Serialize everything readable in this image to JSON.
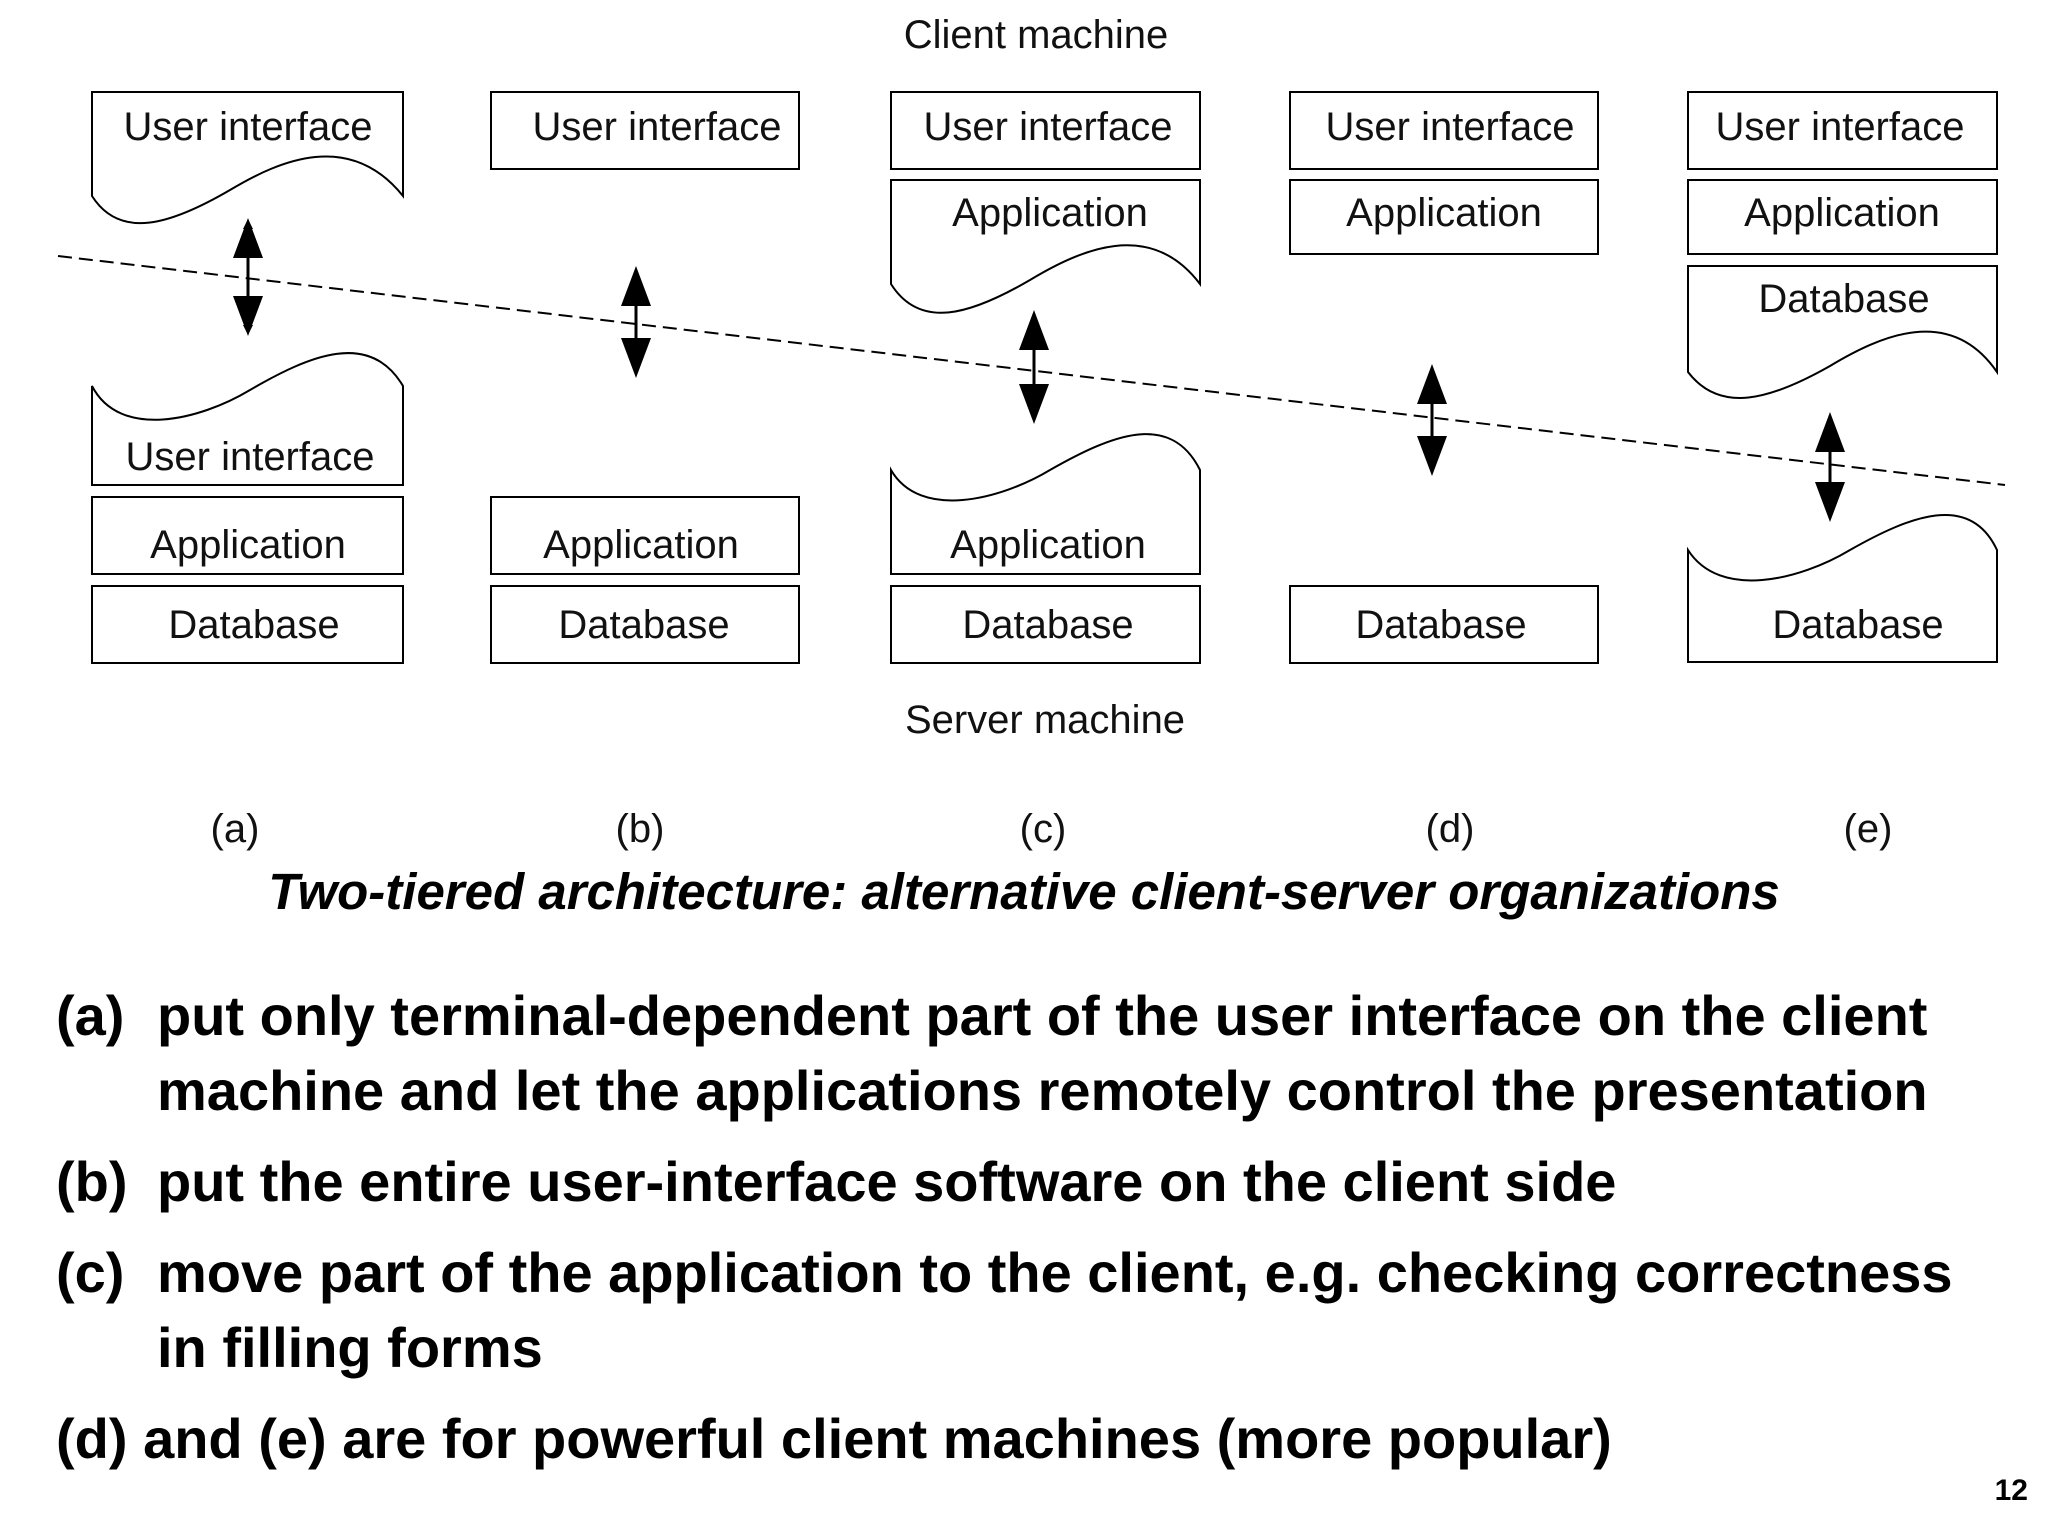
{
  "diagram": {
    "top_label": "Client machine",
    "bottom_label": "Server machine",
    "columns": [
      {
        "id": "a",
        "label": "(a)",
        "client": [
          "User interface"
        ],
        "server": [
          "User interface",
          "Application",
          "Database"
        ]
      },
      {
        "id": "b",
        "label": "(b)",
        "client": [
          "User interface"
        ],
        "server": [
          "Application",
          "Database"
        ]
      },
      {
        "id": "c",
        "label": "(c)",
        "client": [
          "User interface",
          "Application"
        ],
        "server": [
          "Application",
          "Database"
        ]
      },
      {
        "id": "d",
        "label": "(d)",
        "client": [
          "User interface",
          "Application"
        ],
        "server": [
          "Database"
        ]
      },
      {
        "id": "e",
        "label": "(e)",
        "client": [
          "User interface",
          "Application",
          "Database"
        ],
        "server": [
          "Database"
        ]
      }
    ]
  },
  "caption": "Two-tiered architecture: alternative client-server organizations",
  "bullets": [
    {
      "mark": "(a)",
      "text": "put only terminal-dependent part of the user interface on the client machine and let the applications remotely control the presentation"
    },
    {
      "mark": "(b)",
      "text": "put the entire user-interface software on the client side"
    },
    {
      "mark": "(c)",
      "text": "move part of the application to the client, e.g. checking correctness in filling forms"
    },
    {
      "mark": "(d)",
      "text": "and (e) are for powerful client machines (more popular)"
    }
  ],
  "page_number": "12"
}
